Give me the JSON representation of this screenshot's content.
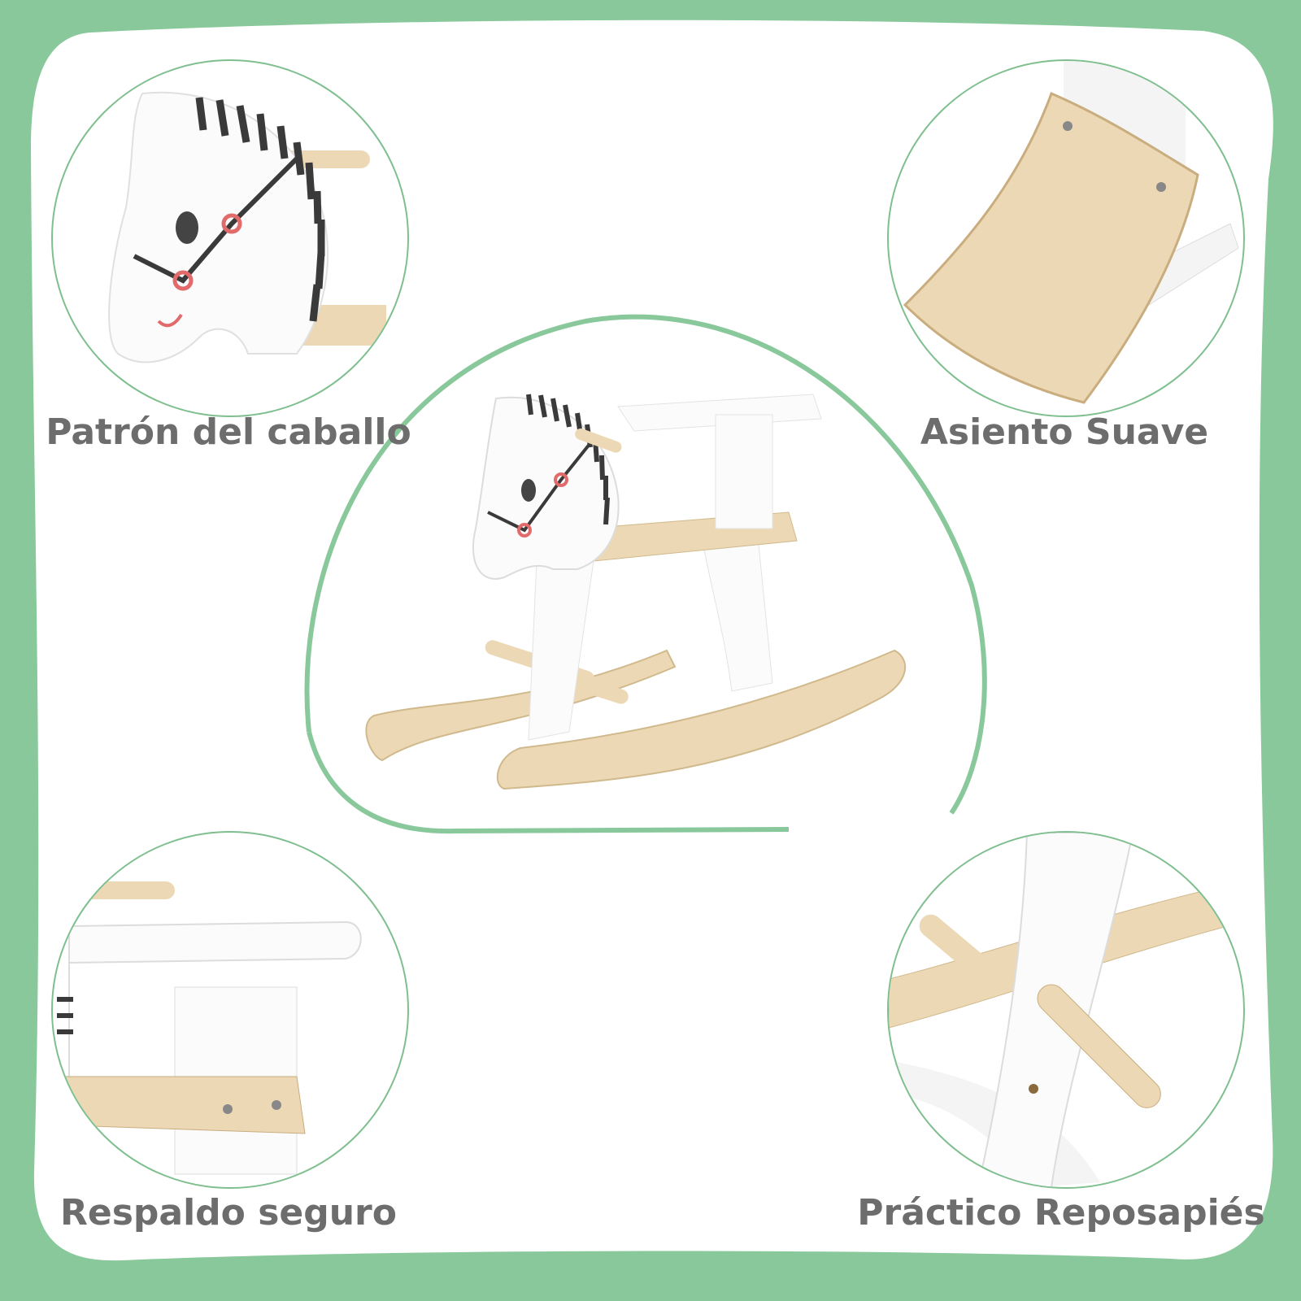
{
  "features": {
    "top_left": {
      "label": "Patrón del caballo",
      "icon": "zebra-head"
    },
    "top_right": {
      "label": "Asiento Suave",
      "icon": "curved-seat"
    },
    "bottom_left": {
      "label": "Respaldo seguro",
      "icon": "backrest-frame"
    },
    "bottom_right": {
      "label": "Práctico Reposapiés",
      "icon": "footrest-peg"
    }
  },
  "colors": {
    "frame_green": "#88c89a",
    "outline_green": "#7fbf8f",
    "caption_gray": "#6d6d6d",
    "wood": "#ecd8b4",
    "white_paint": "#fbfbfb",
    "stripe": "#3a3a3a",
    "accent_red": "#e26a6a"
  }
}
